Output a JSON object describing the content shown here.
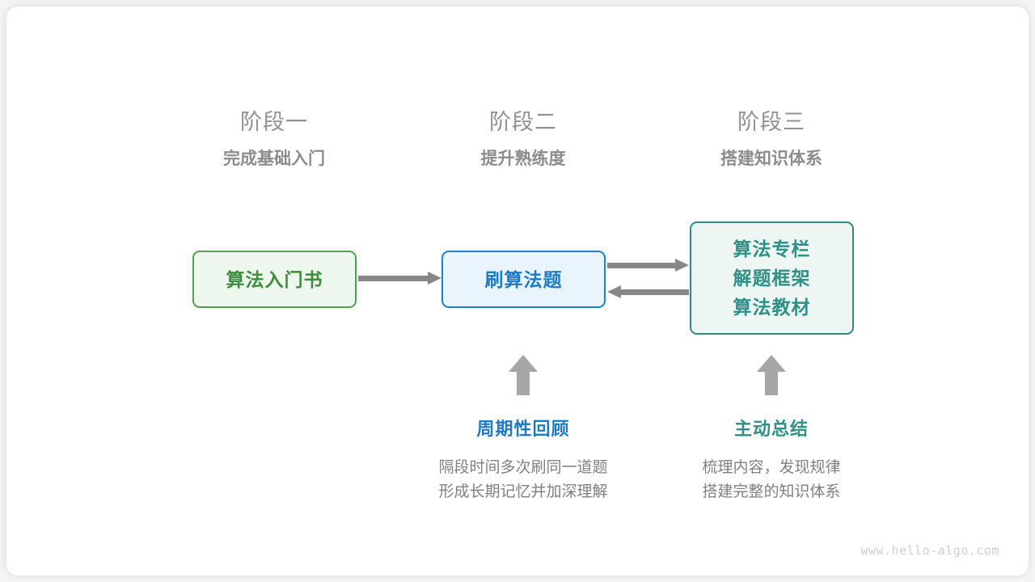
{
  "stages": [
    {
      "title": "阶段一",
      "subtitle": "完成基础入门"
    },
    {
      "title": "阶段二",
      "subtitle": "提升熟练度"
    },
    {
      "title": "阶段三",
      "subtitle": "搭建知识体系"
    }
  ],
  "nodes": {
    "book": {
      "label": "算法入门书",
      "border_color": "#51a14e",
      "text_color": "#3f8c3f",
      "fill_color": "#eef7ee"
    },
    "practice": {
      "label": "刷算法题",
      "border_color": "#1982d2",
      "text_color": "#1f7ac4",
      "fill_color": "#e9f4fc"
    },
    "resources": {
      "line1": "算法专栏",
      "line2": "解题框架",
      "line3": "算法教材",
      "border_color": "#2e8b84",
      "text_color": "#2e9087",
      "fill_color": "#eef6f4"
    }
  },
  "connectors": {
    "book_to_practice": {
      "direction": "right",
      "color": "#878787"
    },
    "practice_to_resources": {
      "direction": "right",
      "color": "#878787"
    },
    "resources_to_practice": {
      "direction": "left",
      "color": "#878787"
    }
  },
  "annotations": [
    {
      "title": "周期性回顾",
      "color": "#1f7ac4",
      "desc_line1": "隔段时间多次刷同一道题",
      "desc_line2": "形成长期记忆并加深理解"
    },
    {
      "title": "主动总结",
      "color": "#2e9087",
      "desc_line1": "梳理内容，发现规律",
      "desc_line2": "搭建完整的知识体系"
    }
  ],
  "watermark": "www.hello-algo.com"
}
